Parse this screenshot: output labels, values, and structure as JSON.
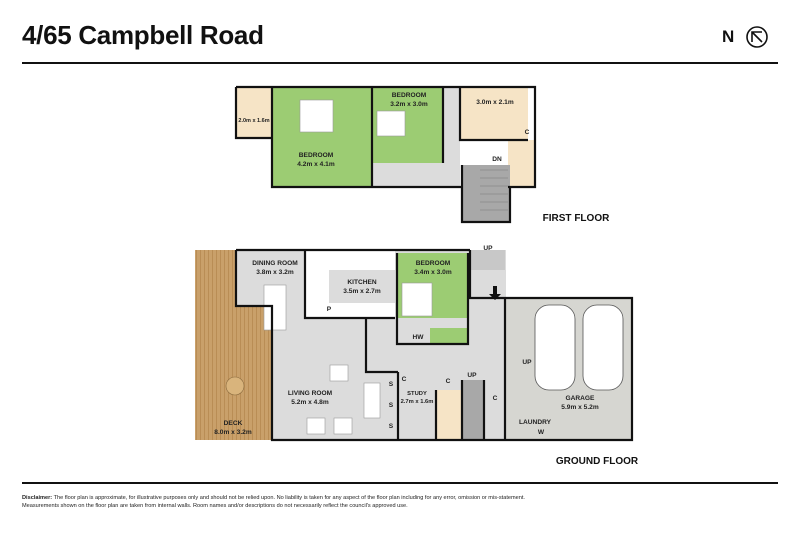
{
  "header": {
    "title": "4/65 Campbell Road",
    "north_label": "N",
    "compass_icon": "north-arrow-icon"
  },
  "colors": {
    "bedroom": "#9ccc73",
    "wet_area": "#f6e4c6",
    "circulation": "#dcdcdc",
    "garage": "#d6d6d1",
    "deck": "#c9a06a",
    "kitchen": "#ffffff"
  },
  "first_floor": {
    "label": "FIRST FLOOR",
    "rooms": {
      "bedroom_main_name": "BEDROOM",
      "bedroom_main_size": "4.2m x 4.1m",
      "bedroom_2_name": "BEDROOM",
      "bedroom_2_size": "3.2m x 3.0m",
      "bathroom_size": "3.0m x 2.1m",
      "ensuite_size": "2.0m x 1.6m",
      "stairs": "DN",
      "cupboard": "C"
    }
  },
  "ground_floor": {
    "label": "GROUND FLOOR",
    "rooms": {
      "dining_name": "DINING ROOM",
      "dining_size": "3.8m x 3.2m",
      "kitchen_name": "KITCHEN",
      "kitchen_size": "3.5m x 2.7m",
      "bedroom_name": "BEDROOM",
      "bedroom_size": "3.4m x 3.0m",
      "living_name": "LIVING ROOM",
      "living_size": "5.2m x 4.8m",
      "study_name": "STUDY",
      "study_size": "2.7m x 1.6m",
      "deck_name": "DECK",
      "deck_size": "8.0m x 3.2m",
      "garage_name": "GARAGE",
      "garage_size": "5.9m x 5.2m",
      "laundry_name": "LAUNDRY",
      "pantry": "P",
      "hot_water": "HW",
      "washer": "W",
      "cupboard": "C",
      "shelves": "S",
      "up": "UP"
    }
  },
  "footer": {
    "disclaimer_label": "Disclaimer:",
    "disclaimer_text": "The floor plan is approximate, for illustrative purposes only and should not be relied upon. No liability is taken for any aspect of the floor plan including for any error, omission or mis-statement. Measurements shown on the floor plan are taken from internal walls. Room names and/or descriptions do not necessarily reflect the council's approved use."
  }
}
